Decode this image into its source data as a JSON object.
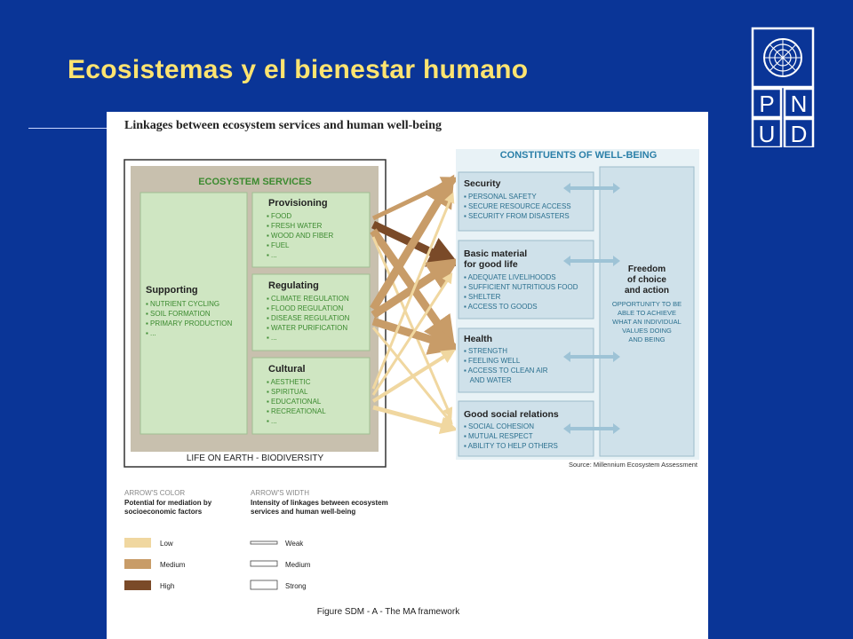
{
  "slide": {
    "title": "Ecosistemas y el bienestar humano"
  },
  "logo": {
    "letters": [
      "P",
      "N",
      "U",
      "D"
    ]
  },
  "figure": {
    "heading": "Linkages between ecosystem services and human well-being",
    "ecosystem_services": {
      "title": "ECOSYSTEM SERVICES",
      "supporting": {
        "title": "Supporting",
        "items": [
          "NUTRIENT CYCLING",
          "SOIL FORMATION",
          "PRIMARY PRODUCTION",
          "..."
        ]
      },
      "provisioning": {
        "title": "Provisioning",
        "items": [
          "FOOD",
          "FRESH WATER",
          "WOOD AND FIBER",
          "FUEL",
          "..."
        ]
      },
      "regulating": {
        "title": "Regulating",
        "items": [
          "CLIMATE REGULATION",
          "FLOOD REGULATION",
          "DISEASE REGULATION",
          "WATER PURIFICATION",
          "..."
        ]
      },
      "cultural": {
        "title": "Cultural",
        "items": [
          "AESTHETIC",
          "SPIRITUAL",
          "EDUCATIONAL",
          "RECREATIONAL",
          "..."
        ]
      },
      "footer": "LIFE ON EARTH - BIODIVERSITY"
    },
    "well_being": {
      "title": "CONSTITUENTS OF WELL-BEING",
      "security": {
        "title": "Security",
        "items": [
          "PERSONAL SAFETY",
          "SECURE RESOURCE ACCESS",
          "SECURITY FROM DISASTERS"
        ]
      },
      "basic": {
        "title_line1": "Basic material",
        "title_line2": "for good life",
        "items": [
          "ADEQUATE LIVELIHOODS",
          "SUFFICIENT NUTRITIOUS FOOD",
          "SHELTER",
          "ACCESS TO GOODS"
        ]
      },
      "health": {
        "title": "Health",
        "items": [
          "STRENGTH",
          "FEELING WELL",
          "ACCESS TO CLEAN AIR",
          "AND WATER"
        ]
      },
      "social": {
        "title": "Good social relations",
        "items": [
          "SOCIAL COHESION",
          "MUTUAL RESPECT",
          "ABILITY TO HELP OTHERS"
        ]
      },
      "freedom": {
        "title_lines": [
          "Freedom",
          "of choice",
          "and action"
        ],
        "body_lines": [
          "OPPORTUNITY TO BE",
          "ABLE TO ACHIEVE",
          "WHAT AN INDIVIDUAL",
          "VALUES DOING",
          "AND BEING"
        ]
      }
    },
    "source": "Source: Millennium Ecosystem Assessment",
    "legend": {
      "color": {
        "heading": "ARROW'S COLOR",
        "sub_line1": "Potential for mediation by",
        "sub_line2": "socioeconomic factors",
        "items": [
          {
            "label": "Low",
            "color": "#f0d7a0"
          },
          {
            "label": "Medium",
            "color": "#c89c68"
          },
          {
            "label": "High",
            "color": "#7a4a28"
          }
        ]
      },
      "width": {
        "heading": "ARROW'S WIDTH",
        "sub_line1": "Intensity of linkages between ecosystem",
        "sub_line2": "services and human well-being",
        "items": [
          {
            "label": "Weak"
          },
          {
            "label": "Medium"
          },
          {
            "label": "Strong"
          }
        ]
      }
    },
    "caption": "Figure SDM - A - The MA framework"
  },
  "colors": {
    "slide_background": "#0a3597",
    "title": "#ffe470",
    "ecosystem_frame": "#c8c0ae",
    "ecosystem_panel": "#cfe6c2",
    "wellbeing_panel": "#cfe1ea",
    "heading_green": "#3b8a2f",
    "heading_blue": "#2a7fa8",
    "arrow_low": "#f0d7a0",
    "arrow_medium": "#c89c68",
    "arrow_high": "#7a4a28"
  }
}
